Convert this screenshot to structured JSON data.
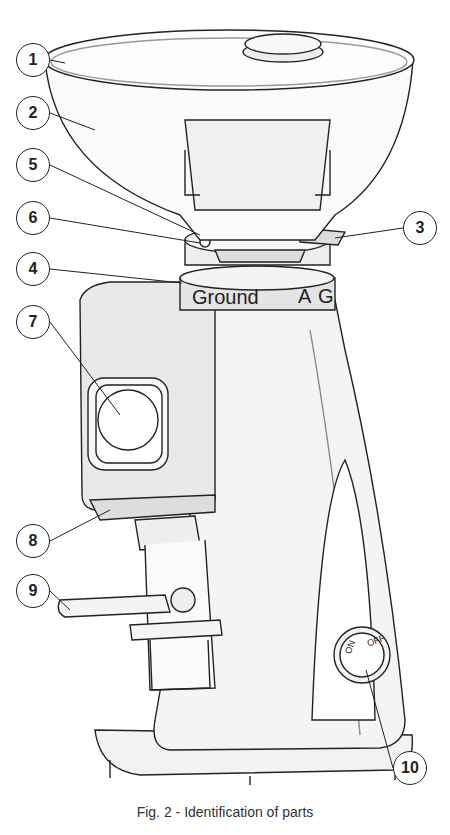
{
  "diagram": {
    "caption": "Fig. 2 - Identification of parts",
    "nodes": [
      {
        "text": [
          "1"
        ]
      },
      {
        "text": [
          "2"
        ]
      },
      {
        "text": [
          "5"
        ]
      },
      {
        "text": [
          "6"
        ]
      },
      {
        "text": [
          "3"
        ]
      },
      {
        "text": [
          "4"
        ]
      },
      {
        "text": [
          "7"
        ]
      },
      {
        "text": [
          "8"
        ]
      },
      {
        "text": [
          "9"
        ]
      },
      {
        "text": [
          "10"
        ]
      }
    ],
    "labels": [
      "Ground",
      "A",
      "G",
      "ON",
      "OFF"
    ]
  }
}
